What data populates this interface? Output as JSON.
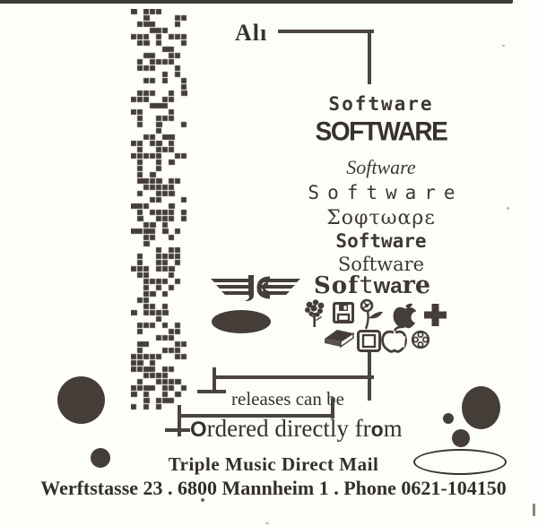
{
  "page": {
    "kind": "scanned print advertisement"
  },
  "headline_fragment": "Alı",
  "software_variants": [
    {
      "style": "bitmap",
      "text": "Software"
    },
    {
      "style": "caps-condensed",
      "text": "SOFTWARE"
    },
    {
      "style": "italic-serif",
      "text": "Software"
    },
    {
      "style": "wide-spaced",
      "text": "Software"
    },
    {
      "style": "greek",
      "text": "Σοφτωαρε"
    },
    {
      "style": "slab-bold",
      "text": "Software"
    },
    {
      "style": "serif",
      "text": "Software"
    }
  ],
  "software_mixed": {
    "seg1": "Sof",
    "seg2": "t",
    "seg3": "wa",
    "seg4": "re"
  },
  "order_info": {
    "releases_line": "releases can be",
    "ordered_prefix": "O",
    "ordered_mid": "rdered directly fr",
    "ordered_o": "o",
    "ordered_suffix": "m"
  },
  "footer": {
    "company": "Triple Music Direct Mail",
    "address": "Werftstasse 23 . 6800 Mannheim 1 . Phone 0621-104150"
  },
  "icons": [
    "wings-monogram-logo",
    "solid-ellipse",
    "tree-icon",
    "floppy-disk-icon",
    "rose-icon",
    "apple-solid-icon",
    "plus-cross-icon",
    "book-icon",
    "open-frame-icon",
    "apple-outline-icon",
    "clover-icon"
  ],
  "colors": {
    "ink": "#3e3833",
    "background": "#fdfdfa"
  }
}
